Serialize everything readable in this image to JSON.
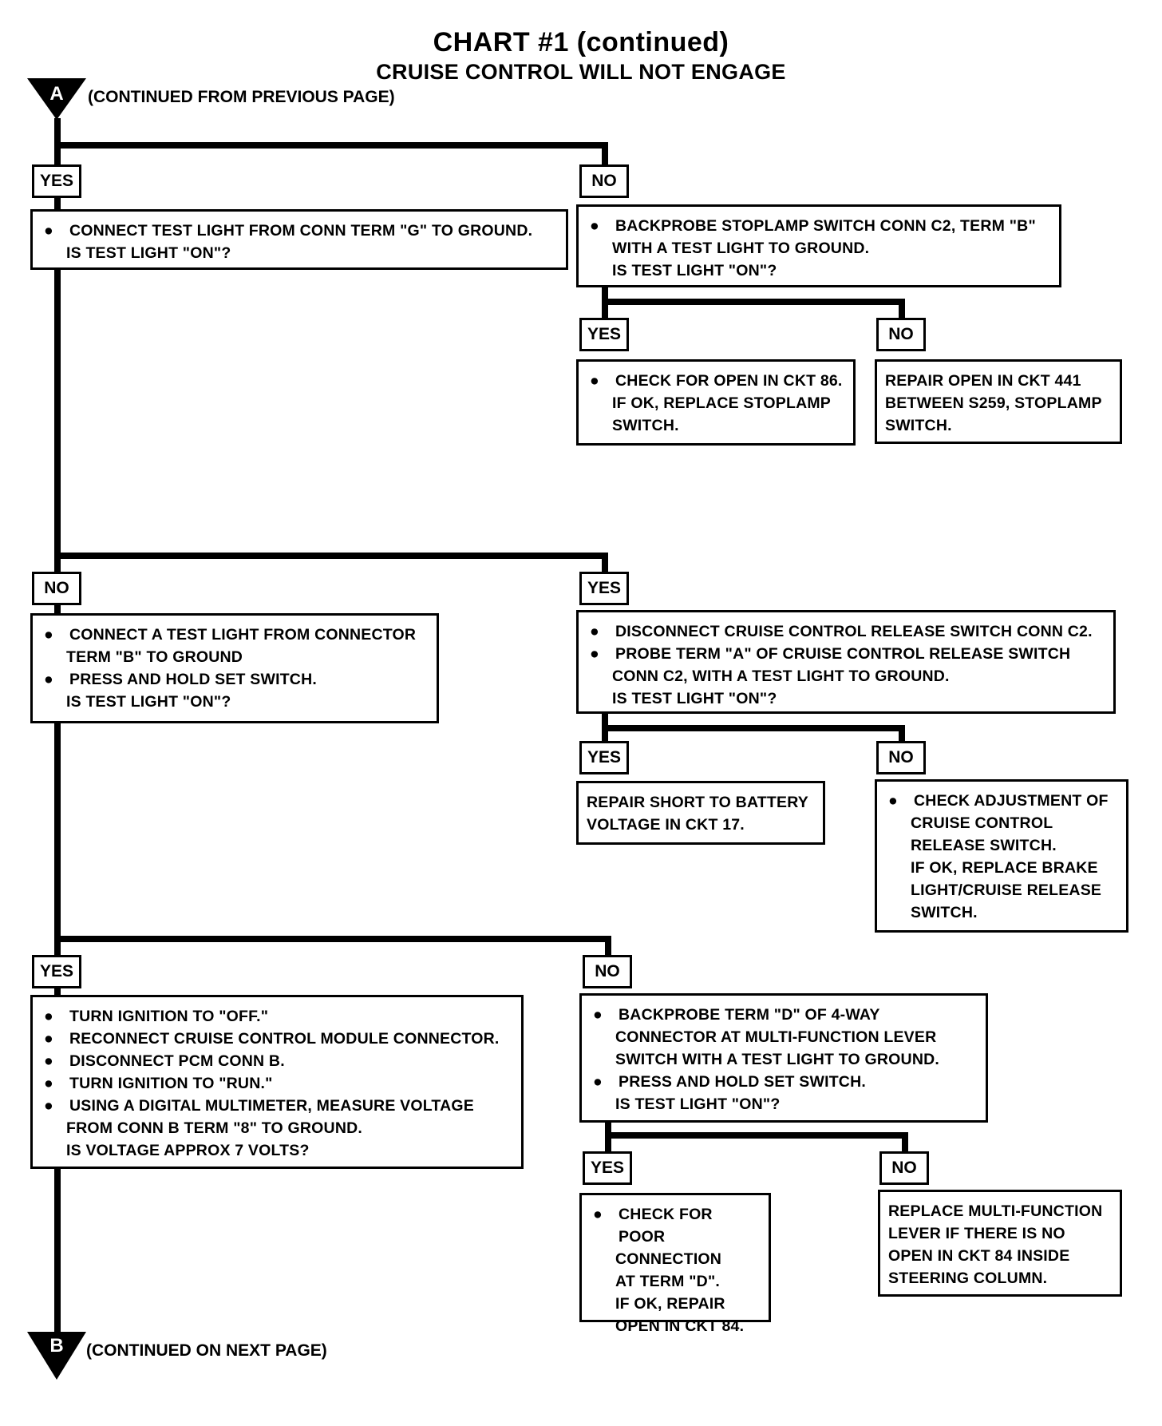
{
  "title": "CHART #1 (continued)",
  "subtitle": "CRUISE CONTROL WILL NOT ENGAGE",
  "connector_top": {
    "letter": "A",
    "note": "(CONTINUED FROM PREVIOUS PAGE)"
  },
  "connector_bottom": {
    "letter": "B",
    "note": "(CONTINUED ON NEXT PAGE)"
  },
  "labels": {
    "l1": "YES",
    "l2": "NO",
    "l3": "YES",
    "l4": "NO",
    "l5": "NO",
    "l6": "YES",
    "l7": "YES",
    "l8": "NO",
    "l9": "YES",
    "l10": "NO",
    "l11": "YES",
    "l12": "NO"
  },
  "boxes": {
    "b1": [
      "CONNECT TEST LIGHT FROM CONN TERM \"G\" TO GROUND.",
      "IS TEST LIGHT \"ON\"?"
    ],
    "b2": [
      "BACKPROBE STOPLAMP SWITCH CONN C2, TERM \"B\"",
      "WITH A TEST LIGHT TO GROUND.",
      "IS TEST LIGHT \"ON\"?"
    ],
    "b3": [
      "CHECK FOR OPEN IN CKT 86.",
      "IF OK, REPLACE STOPLAMP",
      "SWITCH."
    ],
    "b4": [
      "REPAIR OPEN IN CKT 441",
      "BETWEEN S259, STOPLAMP",
      "SWITCH."
    ],
    "b5": {
      "bullet1": [
        "CONNECT A TEST LIGHT FROM CONNECTOR",
        "TERM \"B\" TO GROUND"
      ],
      "bullet2": [
        "PRESS AND HOLD SET SWITCH.",
        "IS TEST LIGHT \"ON\"?"
      ]
    },
    "b6": {
      "bullet1": [
        "DISCONNECT CRUISE CONTROL RELEASE SWITCH CONN C2."
      ],
      "bullet2": [
        "PROBE TERM \"A\" OF CRUISE CONTROL RELEASE SWITCH",
        "CONN C2, WITH A TEST LIGHT TO GROUND.",
        "IS TEST LIGHT \"ON\"?"
      ]
    },
    "b7": [
      "REPAIR SHORT TO BATTERY",
      "VOLTAGE IN CKT 17."
    ],
    "b8": [
      "CHECK ADJUSTMENT OF",
      "CRUISE CONTROL",
      "RELEASE SWITCH.",
      "IF OK, REPLACE BRAKE",
      "LIGHT/CRUISE RELEASE",
      "SWITCH."
    ],
    "b9": {
      "bullet1": [
        "TURN IGNITION TO \"OFF.\""
      ],
      "bullet2": [
        "RECONNECT CRUISE CONTROL MODULE CONNECTOR."
      ],
      "bullet3": [
        "DISCONNECT PCM CONN B."
      ],
      "bullet4": [
        "TURN IGNITION TO \"RUN.\""
      ],
      "bullet5": [
        "USING A DIGITAL MULTIMETER, MEASURE VOLTAGE",
        "FROM CONN B TERM \"8\" TO GROUND.",
        "IS VOLTAGE APPROX 7 VOLTS?"
      ]
    },
    "b10": {
      "bullet1": [
        "BACKPROBE TERM \"D\" OF 4-WAY",
        "CONNECTOR AT MULTI-FUNCTION LEVER",
        "SWITCH WITH A TEST LIGHT TO GROUND."
      ],
      "bullet2": [
        "PRESS AND HOLD SET SWITCH.",
        "IS TEST LIGHT \"ON\"?"
      ]
    },
    "b11": [
      "CHECK FOR POOR",
      "CONNECTION",
      "AT TERM \"D\".",
      "IF OK, REPAIR",
      "OPEN IN CKT 84."
    ],
    "b12": [
      "REPLACE MULTI-FUNCTION",
      "LEVER IF THERE IS NO",
      "OPEN IN CKT 84 INSIDE",
      "STEERING COLUMN."
    ]
  }
}
